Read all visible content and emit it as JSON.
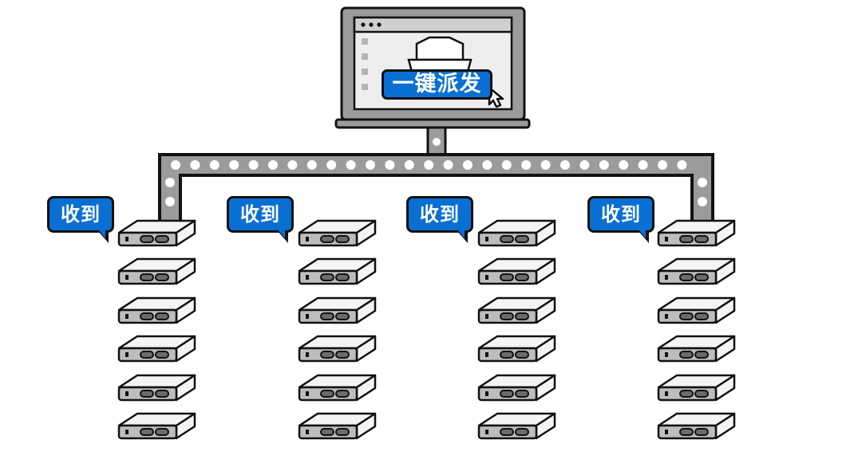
{
  "monitor": {
    "button_label": "一键派发"
  },
  "groups": [
    {
      "label": "收到",
      "server_count": 6
    },
    {
      "label": "收到",
      "server_count": 6
    },
    {
      "label": "收到",
      "server_count": 6
    },
    {
      "label": "收到",
      "server_count": 6
    }
  ],
  "colors": {
    "accent": "#0a6fd2",
    "outline": "#111111",
    "frame_gray": "#9b9b9b",
    "server_gray": "#bdbdbd",
    "screen_bg": "#eeeeee"
  }
}
